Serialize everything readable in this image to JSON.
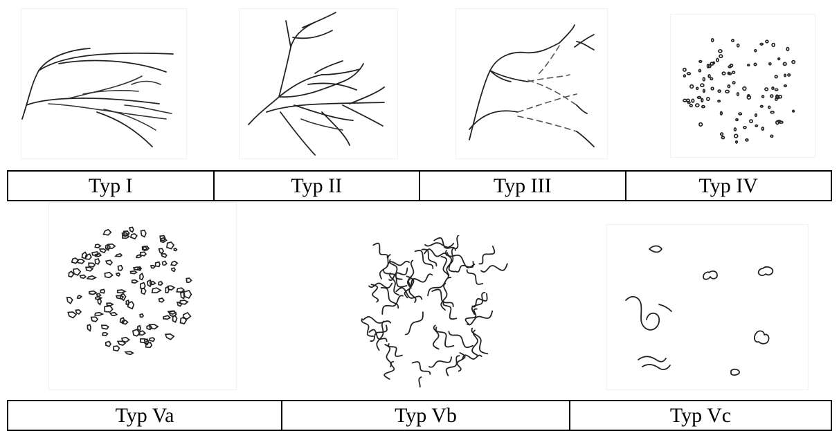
{
  "row1": {
    "labels": [
      "Typ I",
      "Typ II",
      "Typ III",
      "Typ IV"
    ],
    "drawings": [
      "branching-lines",
      "dense-branching-lines",
      "interrupted-branching-lines",
      "regular-dots"
    ]
  },
  "row2": {
    "labels": [
      "Typ Va",
      "Typ Vb",
      "Typ Vc"
    ],
    "drawings": [
      "irregular-dots",
      "dense-tortuous-loops",
      "sparse-tortuous-loops"
    ]
  }
}
